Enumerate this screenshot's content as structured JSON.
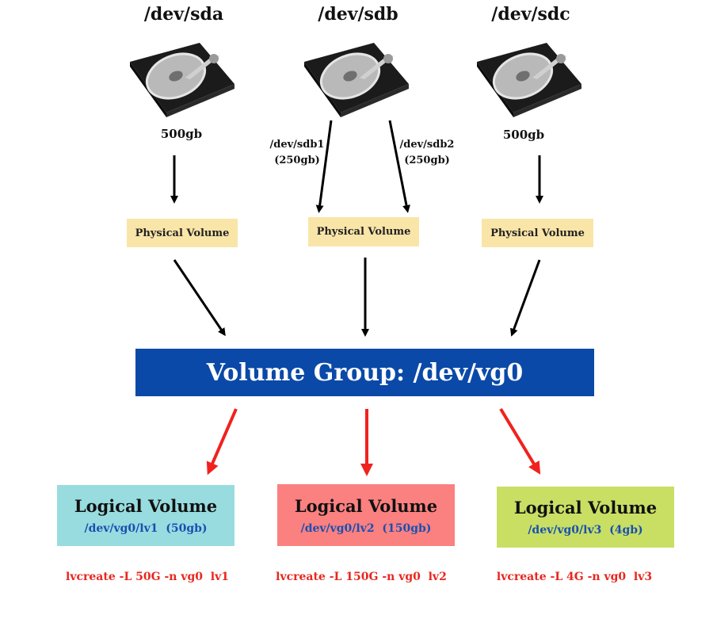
{
  "disks": [
    {
      "name": "/dev/sda",
      "size": "500gb"
    },
    {
      "name": "/dev/sdb",
      "partitions": [
        {
          "name": "/dev/sdb1",
          "size": "(250gb)"
        },
        {
          "name": "/dev/sdb2",
          "size": "(250gb)"
        }
      ]
    },
    {
      "name": "/dev/sdc",
      "size": "500gb"
    }
  ],
  "physical_volume_label": "Physical Volume",
  "volume_group": {
    "label": "Volume Group: /dev/vg0",
    "color": "#0a49a8"
  },
  "logical_volumes": [
    {
      "title": "Logical Volume",
      "path": "/dev/vg0/lv1  (50gb)",
      "command": "lvcreate -L 50G -n vg0  lv1",
      "color": "#98dcdf"
    },
    {
      "title": "Logical Volume",
      "path": "/dev/vg0/lv2  (150gb)",
      "command": "lvcreate -L 150G -n vg0  lv2",
      "color": "#fb8080"
    },
    {
      "title": "Logical Volume",
      "path": "/dev/vg0/lv3  (4gb)",
      "command": "lvcreate -L 4G -n vg0  lv3",
      "color": "#c8df64"
    }
  ],
  "colors": {
    "pv": "#fae5a8",
    "command_text": "#e8261e",
    "lv_path_text": "#1a4fb0",
    "black_arrow": "#000000",
    "red_arrow": "#f0221d"
  }
}
